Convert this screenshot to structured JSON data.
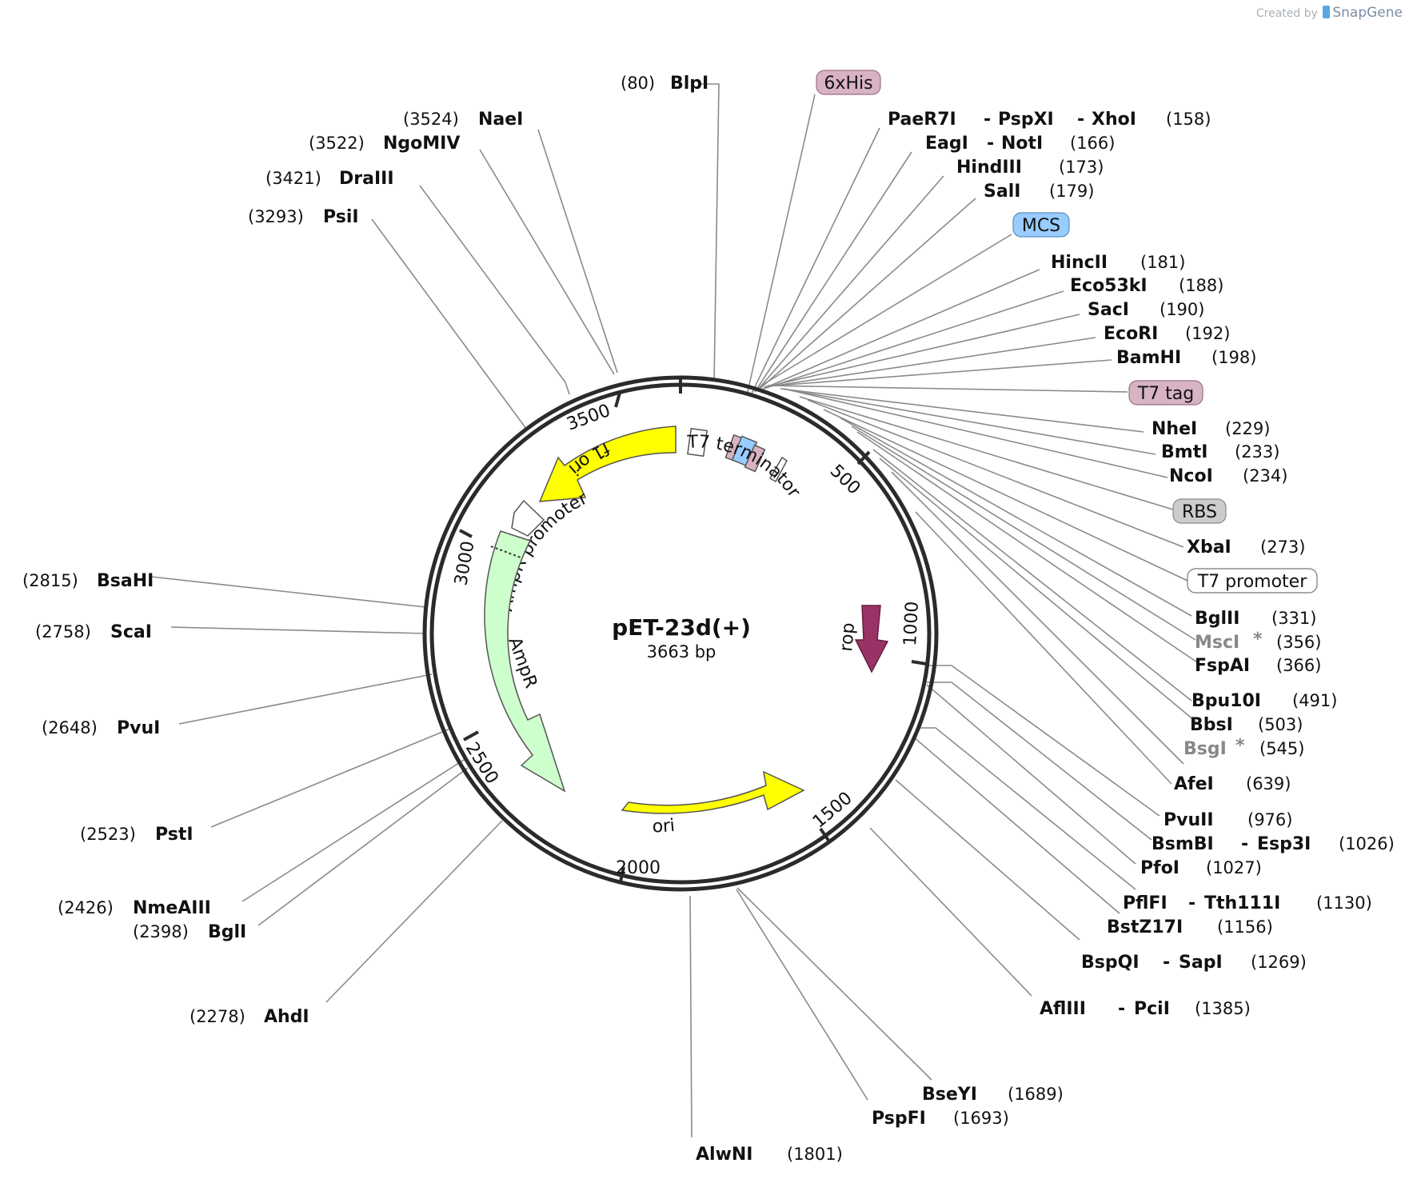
{
  "credit": {
    "prefix": "Created by",
    "brand": "SnapGene"
  },
  "plasmid": {
    "name": "pET-23d(+)",
    "size_label": "3663 bp"
  },
  "ticks": [
    "500",
    "1000",
    "1500",
    "2000",
    "2500",
    "3000",
    "3500"
  ],
  "features": {
    "f1_ori": "f1 ori",
    "t7_terminator": "T7 terminator",
    "ampr_promoter": "AmpR promoter",
    "ampr": "AmpR",
    "rop": "rop",
    "ori": "ori"
  },
  "boxed_labels": {
    "his": "6xHis",
    "mcs": "MCS",
    "t7tag": "T7 tag",
    "rbs": "RBS",
    "t7promoter": "T7 promoter"
  },
  "colors": {
    "yellow": "#ffff00",
    "green": "#ccffcc",
    "rop": "#993366",
    "pink": "#d8b3c4",
    "blue": "#99ccff",
    "gray": "#cccccc"
  },
  "sites": [
    {
      "name": "BlpI",
      "pos": "(80)"
    },
    {
      "name": "PaeR7I",
      "name2": "PspXI",
      "name3": "XhoI",
      "pos": "(158)"
    },
    {
      "name": "EagI",
      "name2": "NotI",
      "pos": "(166)"
    },
    {
      "name": "HindIII",
      "pos": "(173)"
    },
    {
      "name": "SalI",
      "pos": "(179)"
    },
    {
      "name": "HincII",
      "pos": "(181)"
    },
    {
      "name": "Eco53kI",
      "pos": "(188)"
    },
    {
      "name": "SacI",
      "pos": "(190)"
    },
    {
      "name": "EcoRI",
      "pos": "(192)"
    },
    {
      "name": "BamHI",
      "pos": "(198)"
    },
    {
      "name": "NheI",
      "pos": "(229)"
    },
    {
      "name": "BmtI",
      "pos": "(233)"
    },
    {
      "name": "NcoI",
      "pos": "(234)"
    },
    {
      "name": "XbaI",
      "pos": "(273)"
    },
    {
      "name": "BglII",
      "pos": "(331)"
    },
    {
      "name": "MscI",
      "star": "*",
      "pos": "(356)"
    },
    {
      "name": "FspAI",
      "pos": "(366)"
    },
    {
      "name": "Bpu10I",
      "pos": "(491)"
    },
    {
      "name": "BbsI",
      "pos": "(503)"
    },
    {
      "name": "BsgI",
      "star": "*",
      "pos": "(545)"
    },
    {
      "name": "AfeI",
      "pos": "(639)"
    },
    {
      "name": "PvuII",
      "pos": "(976)"
    },
    {
      "name": "BsmBI",
      "name2": "Esp3I",
      "pos": "(1026)"
    },
    {
      "name": "PfoI",
      "pos": "(1027)"
    },
    {
      "name": "PflFI",
      "name2": "Tth111I",
      "pos": "(1130)"
    },
    {
      "name": "BstZ17I",
      "pos": "(1156)"
    },
    {
      "name": "BspQI",
      "name2": "SapI",
      "pos": "(1269)"
    },
    {
      "name": "AflIII",
      "name2": "PciI",
      "pos": "(1385)"
    },
    {
      "name": "BseYI",
      "pos": "(1689)"
    },
    {
      "name": "PspFI",
      "pos": "(1693)"
    },
    {
      "name": "AlwNI",
      "pos": "(1801)"
    },
    {
      "name": "AhdI",
      "pos": "(2278)"
    },
    {
      "name": "BglI",
      "pos": "(2398)"
    },
    {
      "name": "NmeAIII",
      "pos": "(2426)"
    },
    {
      "name": "PstI",
      "pos": "(2523)"
    },
    {
      "name": "PvuI",
      "pos": "(2648)"
    },
    {
      "name": "ScaI",
      "pos": "(2758)"
    },
    {
      "name": "BsaHI",
      "pos": "(2815)"
    },
    {
      "name": "PsiI",
      "pos": "(3293)"
    },
    {
      "name": "DraIII",
      "pos": "(3421)"
    },
    {
      "name": "NgoMIV",
      "pos": "(3522)"
    },
    {
      "name": "NaeI",
      "pos": "(3524)"
    }
  ]
}
